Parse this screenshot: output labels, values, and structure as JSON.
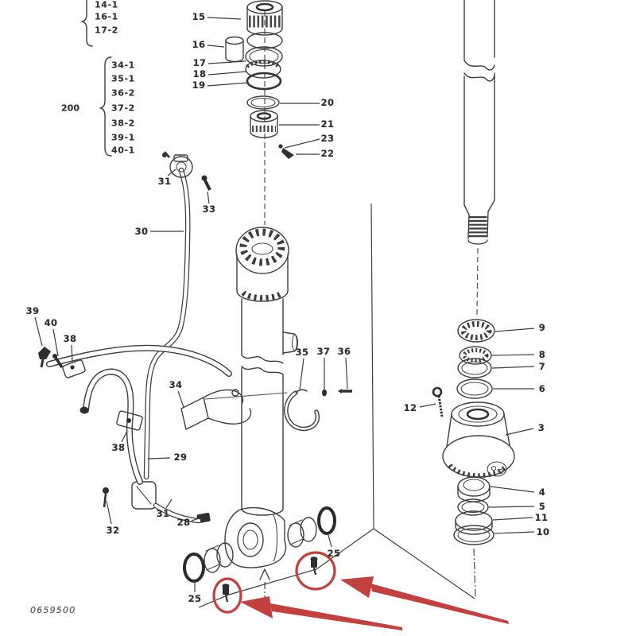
{
  "doc_code": "0659500",
  "legend": {
    "top_group": [
      "14-1",
      "16-1",
      "17-2"
    ],
    "group_200": {
      "label": "200",
      "items": [
        "34-1",
        "35-1",
        "36-2",
        "37-2",
        "38-2",
        "39-1",
        "40-1"
      ]
    }
  },
  "callouts": [
    "15",
    "16",
    "17",
    "18",
    "19",
    "20",
    "21",
    "23",
    "22",
    "31",
    "33",
    "30",
    "39",
    "40",
    "38",
    "34",
    "35",
    "37",
    "36",
    "38",
    "29",
    "32",
    "31",
    "28",
    "25",
    "25",
    "9",
    "8",
    "7",
    "6",
    "12",
    "3",
    "4",
    "5",
    "11",
    "10"
  ],
  "colors": {
    "diagram_line": "#3f3f3f",
    "annotation_red": "#c4403e",
    "background": "#ffffff"
  },
  "annotations": {
    "highlight_circle_count": 2,
    "highlight_arrow_count": 2
  }
}
